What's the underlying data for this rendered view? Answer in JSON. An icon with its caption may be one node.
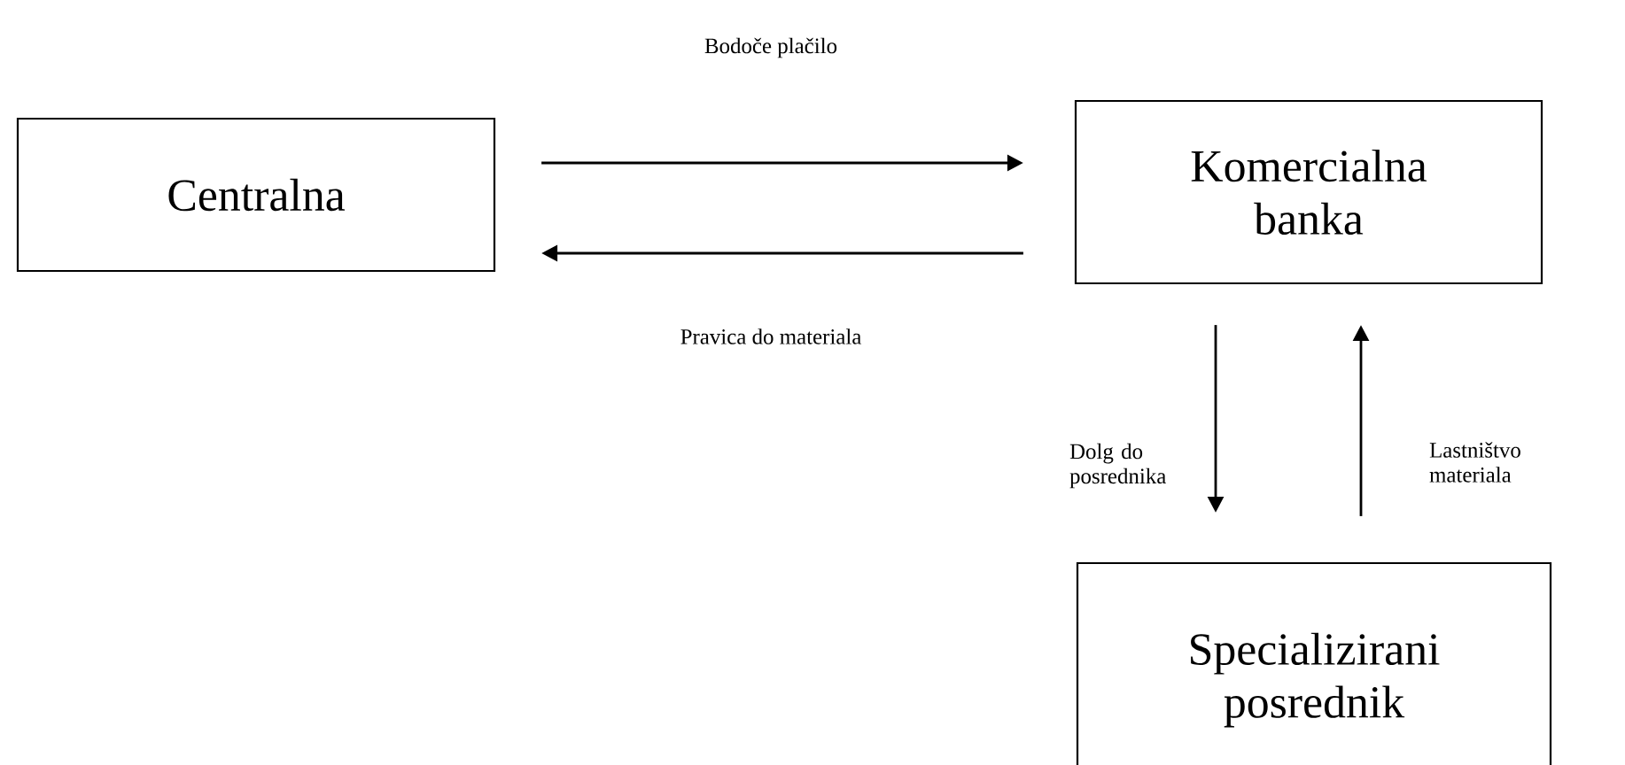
{
  "diagram": {
    "nodes": [
      {
        "text": [
          "Centralna"
        ]
      },
      {
        "text": [
          "Komercialna banka"
        ]
      },
      {
        "text": [
          "Specializirani posrednik"
        ]
      }
    ],
    "edges": [
      {
        "from": 0,
        "to": 1,
        "arrow": "to",
        "label": "Bodoče plačilo"
      },
      {
        "from": 1,
        "to": 0,
        "arrow": "to",
        "label": "Pravica do materiala"
      },
      {
        "from": 1,
        "to": 2,
        "arrow": "to",
        "label": "Dolg do posrednika"
      },
      {
        "from": 2,
        "to": 1,
        "arrow": "to",
        "label": "Lastništvo materiala"
      }
    ]
  }
}
